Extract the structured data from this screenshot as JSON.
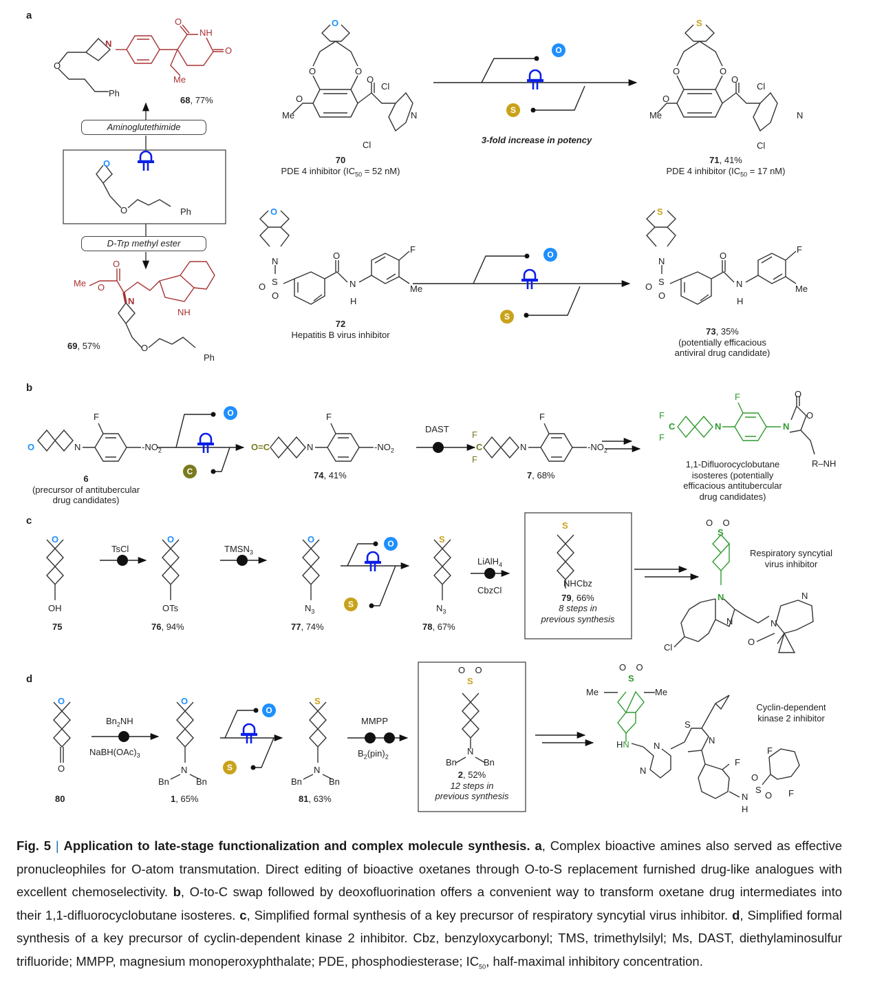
{
  "figure": {
    "panels": {
      "a": "a",
      "b": "b",
      "c": "c",
      "d": "d"
    },
    "colors": {
      "oxygen_blue": "#1e8fff",
      "sulfur_gold": "#c9a21a",
      "carbon_olive": "#7a7a1e",
      "product_red": "#a83232",
      "product_green": "#2e9a2e",
      "light_blue": "#0b1fe6"
    },
    "tags": {
      "O": "O",
      "S": "S",
      "C": "C"
    },
    "panel_a": {
      "compound_68": {
        "id": "68",
        "yield": ", 77%"
      },
      "reagent_top": "Aminoglutethimide",
      "reagent_bottom": "D-Trp methyl ester",
      "compound_69": {
        "id": "69",
        "yield": ", 57%"
      },
      "compound_70": {
        "id": "70",
        "desc_pre": "PDE 4 inhibitor (IC",
        "desc_sub": "50",
        "desc_post": " = 52 nM)"
      },
      "potency_note": "3-fold increase in potency",
      "compound_71": {
        "id": "71",
        "yield": ", 41%",
        "desc_pre": "PDE 4 inhibitor (IC",
        "desc_sub": "50",
        "desc_post": " = 17 nM)"
      },
      "compound_72": {
        "id": "72",
        "desc": "Hepatitis B virus inhibitor"
      },
      "compound_73": {
        "id": "73",
        "yield": ", 35%",
        "desc_line1": "(potentially efficacious",
        "desc_line2": "antiviral drug candidate)"
      },
      "atom_labels": {
        "Ph": "Ph",
        "Me": "Me",
        "NH": "NH",
        "N": "N",
        "O": "O",
        "Cl": "Cl",
        "F": "F",
        "H": "H",
        "S": "S"
      }
    },
    "panel_b": {
      "compound_6": {
        "id": "6",
        "desc_line1": "(precursor of antitubercular",
        "desc_line2": "drug candidates)"
      },
      "compound_74": {
        "id": "74",
        "yield": ", 41%"
      },
      "reagent_dast": "DAST",
      "compound_7": {
        "id": "7",
        "yield": ", 68%"
      },
      "target_desc": [
        "1,1-Difluorocyclobutane",
        "isosteres (potentially",
        "efficacious antitubercular",
        "drug candidates)"
      ],
      "nitro": "NO",
      "nitro_sub": "2",
      "r_nh": "R",
      "nh": "NH"
    },
    "panel_c": {
      "compound_75": {
        "id": "75",
        "sub": "OH"
      },
      "reagent_1": "TsCl",
      "compound_76": {
        "id": "76",
        "yield": ", 94%",
        "sub": "OTs"
      },
      "reagent_2_pre": "TMSN",
      "reagent_2_sub": "3",
      "compound_77": {
        "id": "77",
        "yield": ", 74%"
      },
      "compound_78": {
        "id": "78",
        "yield": ", 67%"
      },
      "reagent_3_pre": "LiAlH",
      "reagent_3_sub": "4",
      "reagent_3b": "CbzCl",
      "compound_79": {
        "id": "79",
        "yield": ", 66%",
        "sub": "NHCbz",
        "note_line1": "8 steps in",
        "note_line2": "previous synthesis"
      },
      "target_desc": [
        "Respiratory syncytial",
        "virus inhibitor"
      ]
    },
    "panel_d": {
      "compound_80": {
        "id": "80"
      },
      "reagent_1_pre": "Bn",
      "reagent_1_sub": "2",
      "reagent_1_post": "NH",
      "reagent_1b_pre": "NaBH(OAc)",
      "reagent_1b_sub": "3",
      "compound_1": {
        "id": "1",
        "yield": ", 65%"
      },
      "compound_81": {
        "id": "81",
        "yield": ", 63%"
      },
      "reagent_2": "MMPP",
      "reagent_2b_pre": "B",
      "reagent_2b_sub": "2",
      "reagent_2b_post": "(pin)",
      "reagent_2b_sub2": "2",
      "compound_2": {
        "id": "2",
        "yield": ", 52%",
        "note_line1": "12 steps in",
        "note_line2": "previous synthesis"
      },
      "bn": "Bn",
      "target_desc": [
        "Cyclin-dependent",
        "kinase 2 inhibitor"
      ]
    }
  },
  "caption": {
    "fig_label": "Fig. 5",
    "separator": "|",
    "title": "Application to late-stage functionalization and complex molecule synthesis.",
    "a_label": "a",
    "a_text": ", Complex bioactive amines also served as effective pronucleophiles for O-atom transmutation. Direct editing of bioactive oxetanes through O-to-S replacement furnished drug-like analogues with excellent chemoselectivity.",
    "b_label": "b",
    "b_text": ", O-to-C swap followed by deoxofluorination offers a convenient way to transform oxetane drug intermediates into their 1,1-difluorocyclobutane isosteres.",
    "c_label": "c",
    "c_text": ", Simplified formal synthesis of a key precursor of respiratory syncytial virus inhibitor.",
    "d_label": "d",
    "d_text": ", Simplified formal synthesis of a key precursor of cyclin-dependent kinase 2 inhibitor. Cbz, benzyloxycarbonyl; TMS, trimethylsilyl; Ms, DAST, diethylaminosulfur trifluoride; MMPP, magnesium monoperoxyphthalate; PDE, phosphodiesterase; IC",
    "ic_sub": "50",
    "end_text": ", half-maximal inhibitory concentration."
  }
}
